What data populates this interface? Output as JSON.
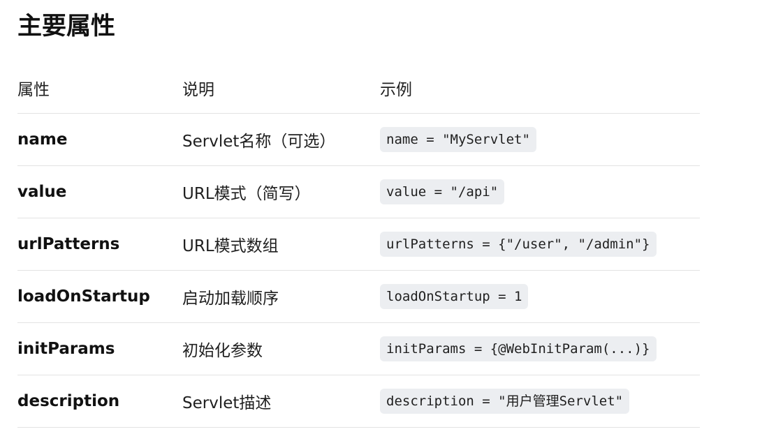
{
  "page": {
    "title": "主要属性"
  },
  "table": {
    "headers": {
      "property": "属性",
      "description": "说明",
      "example": "示例"
    },
    "rows": [
      {
        "name": "name",
        "description": "Servlet名称（可选）",
        "example": "name = \"MyServlet\""
      },
      {
        "name": "value",
        "description": "URL模式（简写）",
        "example": "value = \"/api\""
      },
      {
        "name": "urlPatterns",
        "description": "URL模式数组",
        "example": "urlPatterns = {\"/user\", \"/admin\"}"
      },
      {
        "name": "loadOnStartup",
        "description": "启动加载顺序",
        "example": "loadOnStartup = 1"
      },
      {
        "name": "initParams",
        "description": "初始化参数",
        "example": "initParams = {@WebInitParam(...)}"
      },
      {
        "name": "description",
        "description": "Servlet描述",
        "example": "description = \"用户管理Servlet\""
      }
    ]
  },
  "colors": {
    "code_background": "#eceef1",
    "divider": "#e3e3e3",
    "text": "#1f1f1f"
  }
}
